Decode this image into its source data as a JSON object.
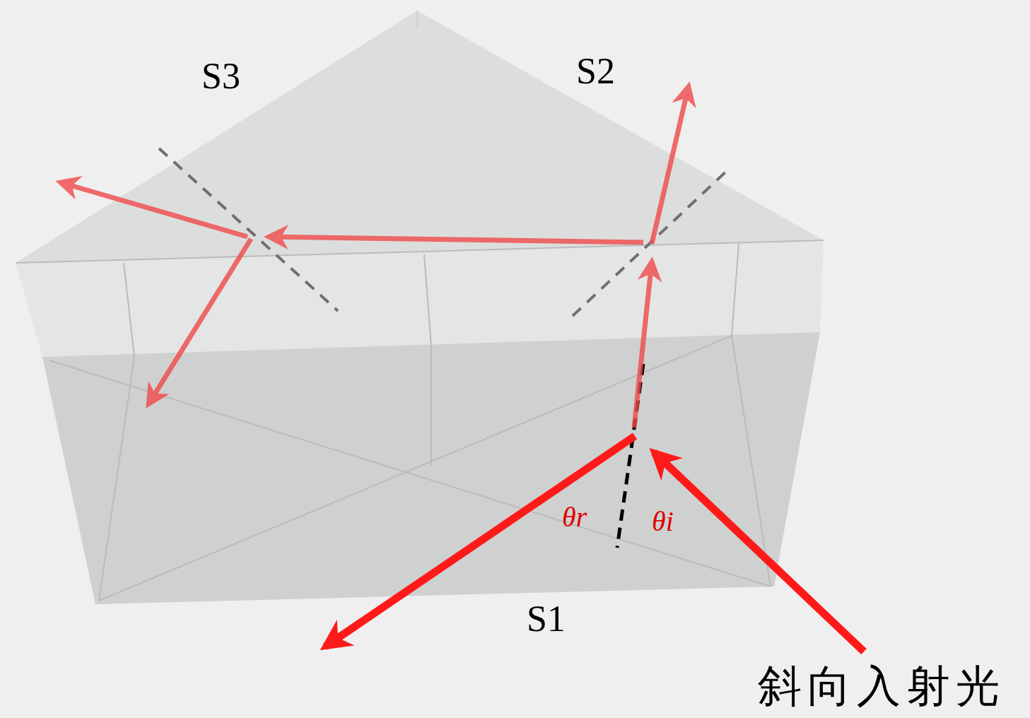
{
  "diagram": {
    "labels": [
      "S3",
      "S2",
      "S1",
      "θr",
      "θi",
      "斜向入射光"
    ]
  }
}
